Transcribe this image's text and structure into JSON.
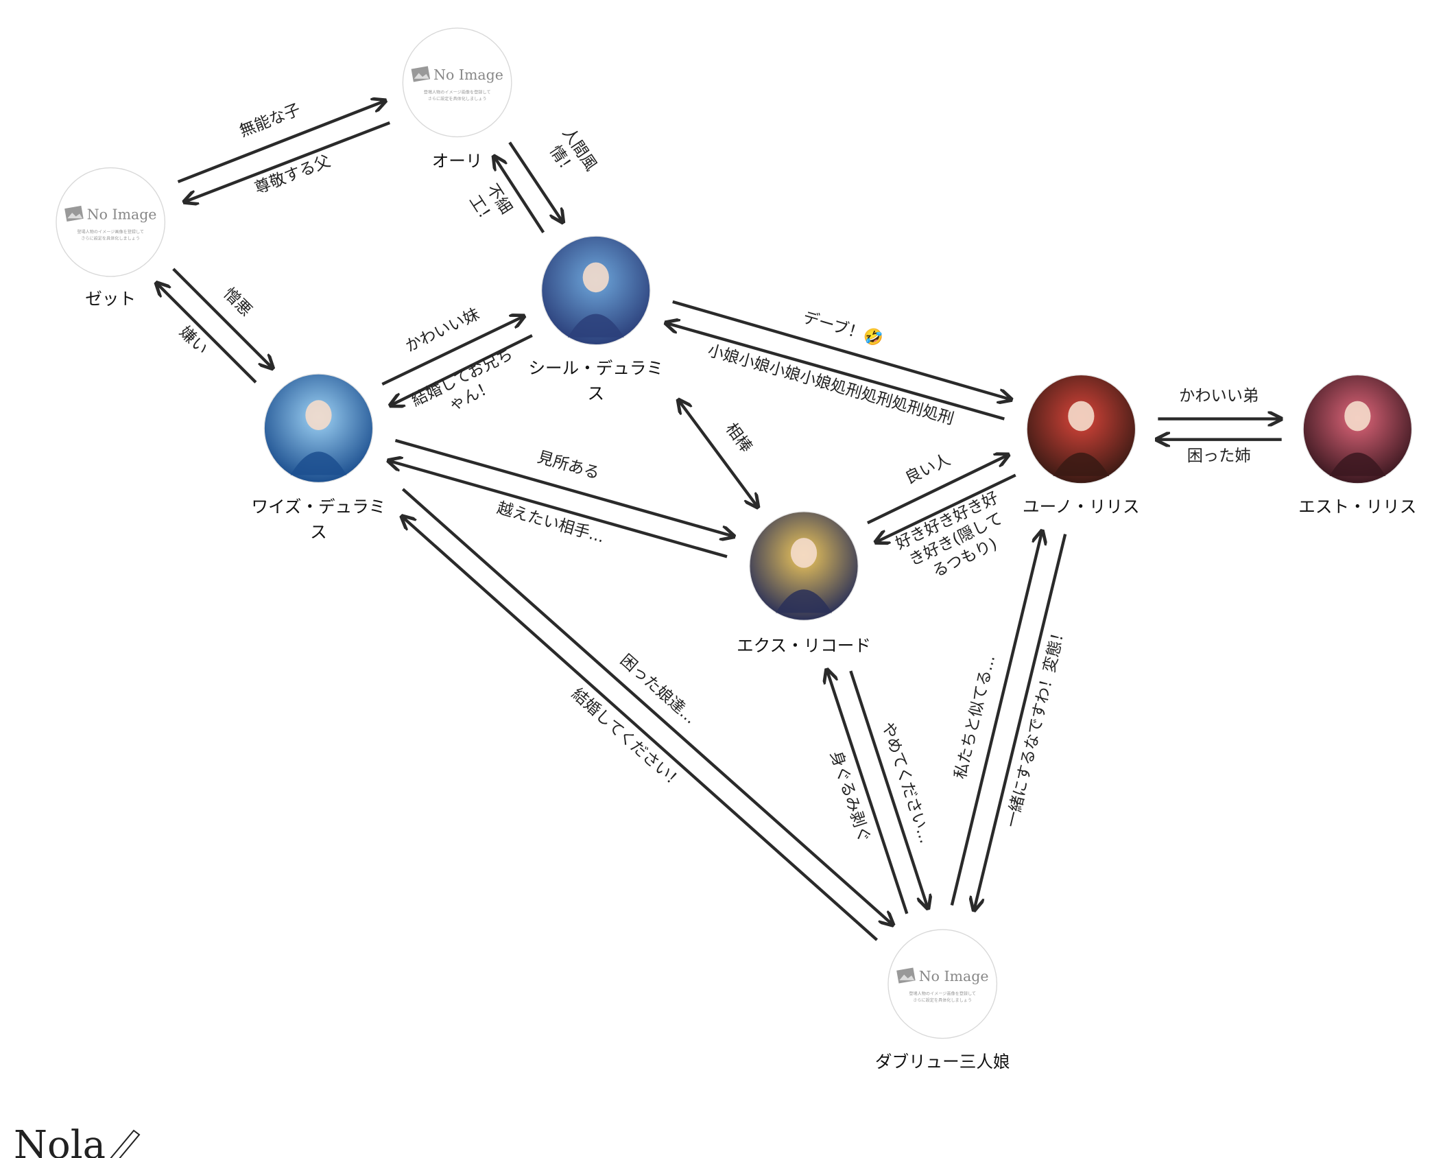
{
  "placeholder": {
    "title": "No Image",
    "line1": "登場人物のイメージ画像を登録して",
    "line2": "さらに設定を具体化しましょう"
  },
  "characters": [
    {
      "id": "ori",
      "name_lines": [
        "オーリ"
      ],
      "image": "no-image"
    },
    {
      "id": "zet",
      "name_lines": [
        "ゼット"
      ],
      "image": "no-image"
    },
    {
      "id": "seal",
      "name_lines": [
        "シール・デュラミ",
        "ス"
      ],
      "image": "portrait",
      "colors": [
        "#6fa8dc",
        "#2b3f7a"
      ]
    },
    {
      "id": "wise",
      "name_lines": [
        "ワイズ・デュラミ",
        "ス"
      ],
      "image": "portrait",
      "colors": [
        "#9fd3f5",
        "#1c4f8f"
      ]
    },
    {
      "id": "yuno",
      "name_lines": [
        "ユーノ・リリス"
      ],
      "image": "portrait",
      "colors": [
        "#d9453a",
        "#3a1a14"
      ]
    },
    {
      "id": "est",
      "name_lines": [
        "エスト・リリス"
      ],
      "image": "portrait",
      "colors": [
        "#e0667a",
        "#3b1820"
      ]
    },
    {
      "id": "ex",
      "name_lines": [
        "エクス・リコード"
      ],
      "image": "portrait",
      "colors": [
        "#f0c85a",
        "#2a3058"
      ]
    },
    {
      "id": "w3",
      "name_lines": [
        "ダブリュー三人娘"
      ],
      "image": "no-image"
    }
  ],
  "relations": [
    {
      "from": "zet",
      "to": "ori",
      "label_lines": [
        "無能な子"
      ]
    },
    {
      "from": "ori",
      "to": "zet",
      "label_lines": [
        "尊敬する父"
      ]
    },
    {
      "from": "ori",
      "to": "seal",
      "label_lines": [
        "人間風",
        "情！"
      ]
    },
    {
      "from": "seal",
      "to": "ori",
      "label_lines": [
        "不細",
        "工！"
      ]
    },
    {
      "from": "zet",
      "to": "wise",
      "label_lines": [
        "憎悪"
      ]
    },
    {
      "from": "wise",
      "to": "zet",
      "label_lines": [
        "嫌い"
      ]
    },
    {
      "from": "wise",
      "to": "seal",
      "label_lines": [
        "かわいい妹"
      ]
    },
    {
      "from": "seal",
      "to": "wise",
      "label_lines": [
        "結婚してお兄ち",
        "ゃん！"
      ]
    },
    {
      "from": "seal",
      "to": "yuno",
      "label_lines": [
        "デーブ！🤣"
      ]
    },
    {
      "from": "yuno",
      "to": "seal",
      "label_lines": [
        "小娘小娘小娘小娘処刑処刑処刑処刑"
      ]
    },
    {
      "from": "seal",
      "to": "ex",
      "label_lines": [
        "相棒"
      ],
      "bidirectional": true
    },
    {
      "from": "wise",
      "to": "ex",
      "label_lines": [
        "見所ある"
      ]
    },
    {
      "from": "ex",
      "to": "wise",
      "label_lines": [
        "越えたい相手..."
      ]
    },
    {
      "from": "ex",
      "to": "yuno",
      "label_lines": [
        "良い人"
      ]
    },
    {
      "from": "yuno",
      "to": "ex",
      "label_lines": [
        "好き好き好き好",
        "き好き(隠して",
        "るつもり)"
      ]
    },
    {
      "from": "yuno",
      "to": "est",
      "label_lines": [
        "かわいい弟"
      ]
    },
    {
      "from": "est",
      "to": "yuno",
      "label_lines": [
        "困った姉"
      ]
    },
    {
      "from": "wise",
      "to": "w3",
      "label_lines": [
        "困った娘達..."
      ]
    },
    {
      "from": "w3",
      "to": "wise",
      "label_lines": [
        "結婚してください！"
      ]
    },
    {
      "from": "w3",
      "to": "ex",
      "label_lines": [
        "身ぐるみ剥ぐ"
      ]
    },
    {
      "from": "ex",
      "to": "w3",
      "label_lines": [
        "やめてください..."
      ]
    },
    {
      "from": "w3",
      "to": "yuno",
      "label_lines": [
        "私たちと似てる..."
      ]
    },
    {
      "from": "yuno",
      "to": "w3",
      "label_lines": [
        "一緒にするなですわ！変態！"
      ]
    }
  ],
  "logo": {
    "text": "Nola"
  }
}
